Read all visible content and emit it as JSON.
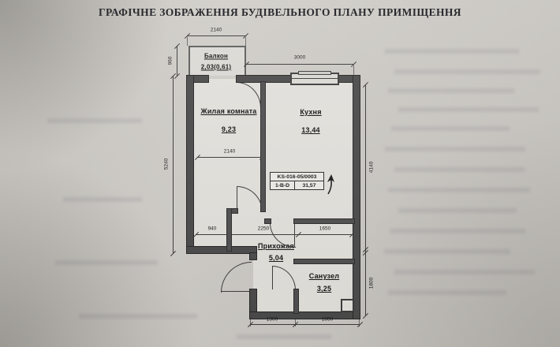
{
  "document": {
    "title": "ГРАФІЧНЕ ЗОБРАЖЕННЯ БУДІВЕЛЬНОГО ПЛАНУ ПРИМІЩЕННЯ"
  },
  "plan": {
    "rooms": [
      {
        "name": "Балкон",
        "area": "2,03(0,61)"
      },
      {
        "name": "Жилая комната",
        "area": "9,23"
      },
      {
        "name": "Кухня",
        "area": "13,44"
      },
      {
        "name": "Прихожая",
        "area": "5,04"
      },
      {
        "name": "Санузел",
        "area": "3,25"
      }
    ],
    "info_box": {
      "code": "KS-016-05/0003",
      "unit_type": "1-B-D",
      "total_area": "31,57"
    },
    "dimensions": {
      "balcony_width": "2140",
      "balcony_depth": "960",
      "kitchen_top_width": "3000",
      "left_height": "5240",
      "living_room_width": "2140",
      "right_upper_height": "4140",
      "right_lower_height": "1800",
      "middle_left": "940",
      "middle_center": "2250",
      "middle_right": "1650",
      "bottom_left": "1300",
      "bottom_right": "1850"
    }
  }
}
